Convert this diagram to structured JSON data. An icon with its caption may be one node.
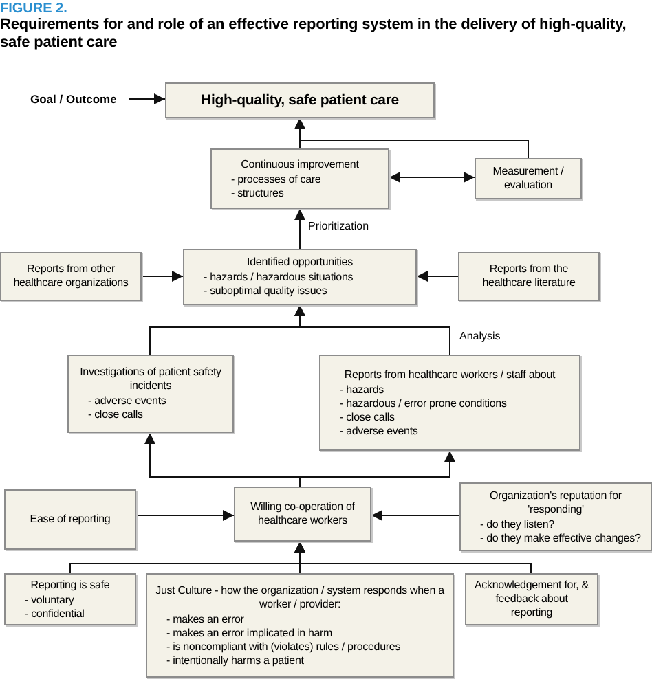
{
  "diagram": {
    "title": "Requirements for and role of an effective reporting system in the delivery of high-quality, safe patient care",
    "labels": [
      "FIGURE 2."
    ],
    "nodes": [
      {
        "text": [
          "Goal / Outcome"
        ]
      },
      {
        "text": [
          "High-quality, safe patient care"
        ]
      },
      {
        "text": [
          "Continuous improvement",
          "- processes of care",
          "- structures"
        ]
      },
      {
        "text": [
          "Measurement / evaluation"
        ]
      },
      {
        "text": [
          "Reports from other healthcare organizations"
        ]
      },
      {
        "text": [
          "Identified opportunities",
          "- hazards / hazardous situations",
          "- suboptimal quality issues"
        ]
      },
      {
        "text": [
          "Reports from the healthcare literature"
        ]
      },
      {
        "text": [
          "Investigations of patient safety incidents",
          "- adverse events",
          "- close calls"
        ]
      },
      {
        "text": [
          "Reports from healthcare workers / staff about",
          "- hazards",
          "- hazardous / error prone conditions",
          "- close calls",
          "- adverse events"
        ]
      },
      {
        "text": [
          "Ease of reporting"
        ]
      },
      {
        "text": [
          "Willing co-operation of healthcare workers"
        ]
      },
      {
        "text": [
          "Organization's reputation for 'responding'",
          "- do they listen?",
          "- do they make effective changes?"
        ]
      },
      {
        "text": [
          "Reporting is safe",
          "- voluntary",
          "- confidential"
        ]
      },
      {
        "text": [
          "Just Culture - how the organization / system responds when a worker / provider:",
          "- makes an error",
          "- makes an error implicated in harm",
          "- is noncompliant with (violates) rules / procedures",
          "- intentionally harms a patient"
        ]
      },
      {
        "text": [
          "Acknowledgement for, & feedback about reporting"
        ]
      }
    ],
    "edges": [
      {
        "from": 0,
        "to": 1,
        "arrow": "to"
      },
      {
        "from": 2,
        "to": 1,
        "arrow": "to"
      },
      {
        "from": 3,
        "to": 1,
        "arrow": "to"
      },
      {
        "from": 2,
        "to": 3,
        "arrow": "both"
      },
      {
        "from": 5,
        "to": 2,
        "arrow": "to",
        "label": "Prioritization"
      },
      {
        "from": 4,
        "to": 5,
        "arrow": "to"
      },
      {
        "from": 6,
        "to": 5,
        "arrow": "to"
      },
      {
        "from": 7,
        "to": 5,
        "arrow": "to"
      },
      {
        "from": 8,
        "to": 5,
        "arrow": "to",
        "label": "Analysis"
      },
      {
        "from": 10,
        "to": 7,
        "arrow": "to"
      },
      {
        "from": 10,
        "to": 8,
        "arrow": "to"
      },
      {
        "from": 9,
        "to": 10,
        "arrow": "to"
      },
      {
        "from": 11,
        "to": 10,
        "arrow": "to"
      },
      {
        "from": 12,
        "to": 10,
        "arrow": "to"
      },
      {
        "from": 13,
        "to": 10,
        "arrow": "to"
      },
      {
        "from": 14,
        "to": 10,
        "arrow": "to"
      }
    ]
  }
}
